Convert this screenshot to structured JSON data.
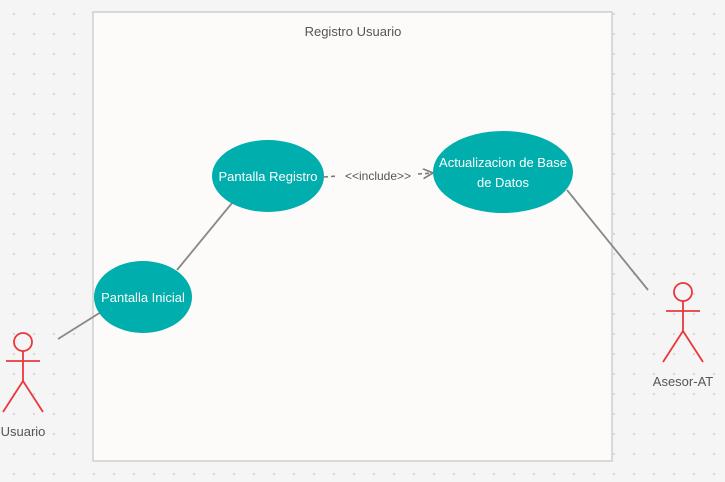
{
  "diagram": {
    "system_boundary": {
      "title": "Registro Usuario"
    },
    "colors": {
      "usecase_fill": "#00aead",
      "usecase_text": "#ffffff",
      "actor_stroke": "#e8383d",
      "association_line": "#888888",
      "include_line": "#7a7a7a",
      "boundary_fill": "#fcfbfa",
      "boundary_stroke": "#cfcfcf",
      "label_text": "#555555"
    },
    "actors": [
      {
        "id": "usuario",
        "label": "Usuario"
      },
      {
        "id": "asesor",
        "label": "Asesor-AT"
      }
    ],
    "use_cases": [
      {
        "id": "registro",
        "lines": [
          "Pantalla Registro"
        ]
      },
      {
        "id": "actualizacion",
        "lines": [
          "Actualizacion de Base",
          "de Datos"
        ]
      },
      {
        "id": "inicial",
        "lines": [
          "Pantalla Inicial"
        ]
      }
    ],
    "relationships": [
      {
        "id": "usuario-inicial",
        "type": "association",
        "from": "usuario",
        "to": "inicial"
      },
      {
        "id": "inicial-registro",
        "type": "association",
        "from": "inicial",
        "to": "registro"
      },
      {
        "id": "registro-actualizacion",
        "type": "include",
        "from": "registro",
        "to": "actualizacion",
        "label": "<<include>>"
      },
      {
        "id": "actualizacion-asesor",
        "type": "association",
        "from": "actualizacion",
        "to": "asesor"
      }
    ]
  }
}
